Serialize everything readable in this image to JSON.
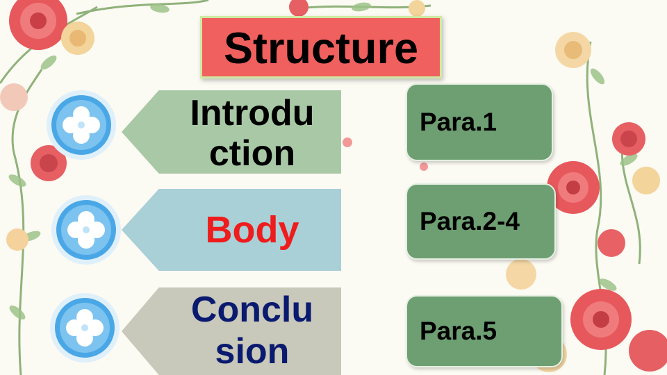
{
  "title": "Structure",
  "rows": [
    {
      "lines": [
        "Introdu",
        "ction"
      ],
      "text_color": "#000000",
      "paragraph": "Para.1"
    },
    {
      "lines": [
        "Body"
      ],
      "text_color": "#ee1c1c",
      "paragraph": "Para.2-4"
    },
    {
      "lines": [
        "Conclu",
        "sion"
      ],
      "text_color": "#0a1a6e",
      "paragraph": "Para.5"
    }
  ],
  "colors": {
    "title_bg": "#f0605e",
    "arrow_intro": "#a9c9a6",
    "arrow_body": "#a9cfd7",
    "arrow_conclusion": "#c8c8bb",
    "para_box": "#6d9f72",
    "badge": "#4aa7e6"
  },
  "icons": [
    "clover-icon",
    "rose-decoration"
  ]
}
